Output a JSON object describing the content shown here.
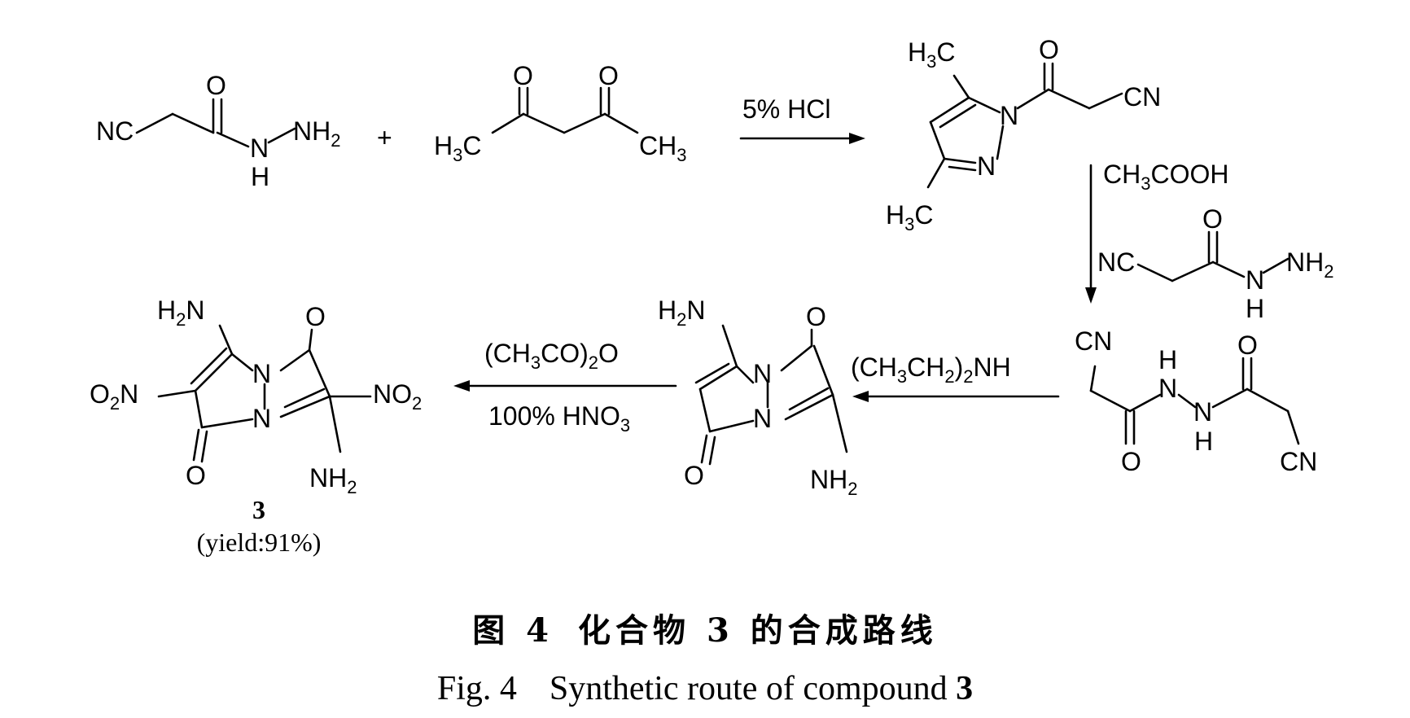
{
  "reagents": {
    "step1": "5% HCl",
    "step2": "CH₃COOH",
    "step3": "(CH₃CH₂)₂NH",
    "step4_top": "(CH₃CO)₂O",
    "step4_bottom": "100% HNO₃"
  },
  "plus": "+",
  "product": {
    "number": "3",
    "yield": "(yield:91%)"
  },
  "caption": {
    "cn_fig": "图 4",
    "cn_text_a": "化合物",
    "cn_num": "3",
    "cn_text_b": "的合成路线",
    "en_fig": "Fig. 4",
    "en_text": "Synthetic route of compound",
    "en_num": "3"
  }
}
